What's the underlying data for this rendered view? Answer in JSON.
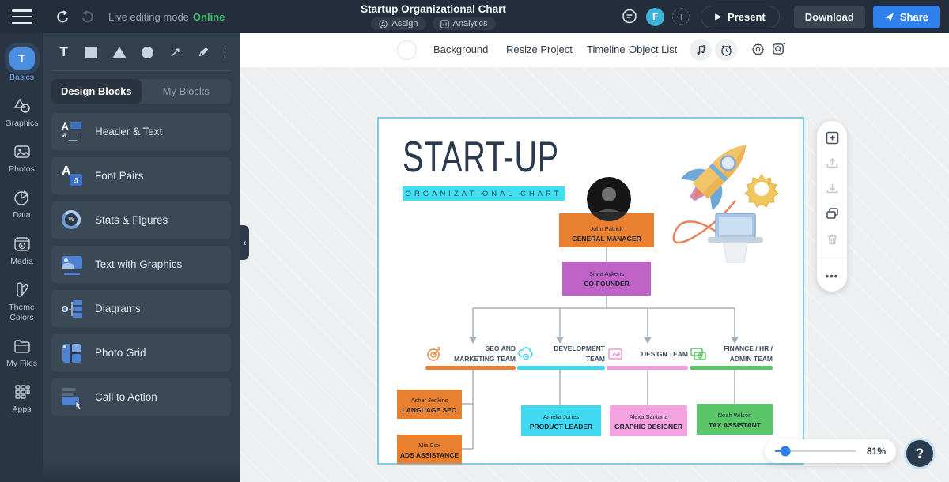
{
  "topbar": {
    "mode_label": "Live editing mode",
    "mode_status": "Online",
    "title": "Startup Organizational Chart",
    "assign_label": "Assign",
    "analytics_label": "Analytics",
    "avatar_initial": "F",
    "present_label": "Present",
    "download_label": "Download",
    "share_label": "Share"
  },
  "sidebar": {
    "items": [
      {
        "label": "Basics"
      },
      {
        "label": "Graphics"
      },
      {
        "label": "Photos"
      },
      {
        "label": "Data"
      },
      {
        "label": "Media"
      },
      {
        "label": "Theme Colors"
      },
      {
        "label": "My Files"
      },
      {
        "label": "Apps"
      }
    ]
  },
  "panel": {
    "tabs": [
      {
        "label": "Design Blocks"
      },
      {
        "label": "My Blocks"
      }
    ],
    "blocks": [
      {
        "label": "Header & Text"
      },
      {
        "label": "Font Pairs"
      },
      {
        "label": "Stats & Figures"
      },
      {
        "label": "Text with Graphics"
      },
      {
        "label": "Diagrams"
      },
      {
        "label": "Photo Grid"
      },
      {
        "label": "Call to Action"
      }
    ]
  },
  "canvas_toolbar": {
    "background_label": "Background",
    "resize_label": "Resize Project",
    "timeline_label": "Timeline",
    "object_list_label": "Object List"
  },
  "org_chart": {
    "title": "START-UP",
    "subtitle": "ORGANIZATIONAL CHART",
    "general_manager": {
      "name": "John Patrick",
      "role": "GENERAL MANAGER",
      "color": "#E8802F"
    },
    "cofounder": {
      "name": "Silvia Aykens",
      "role": "CO-FOUNDER",
      "color": "#BF63C6"
    },
    "teams": [
      {
        "label": "SEO AND MARKETING TEAM",
        "color": "#ED7D2F",
        "members": [
          {
            "name": "Asher Jenkins",
            "role": "LANGUAGE SEO"
          },
          {
            "name": "Mia Cox",
            "role": "ADS ASSISTANCE"
          }
        ]
      },
      {
        "label": "DEVELOPMENT TEAM",
        "color": "#3ED8F0",
        "members": [
          {
            "name": "Amelia Jones",
            "role": "PRODUCT LEADER"
          }
        ]
      },
      {
        "label": "DESIGN TEAM",
        "color": "#F49BDE",
        "members": [
          {
            "name": "Alexa Santana",
            "role": "GRAPHIC DESIGNER"
          }
        ]
      },
      {
        "label": "FINANCE / HR / ADMIN TEAM",
        "color": "#5BC667",
        "members": [
          {
            "name": "Noah Wilson",
            "role": "TAX ASSISTANT"
          }
        ]
      }
    ]
  },
  "zoom_control": {
    "value": "81%"
  },
  "help_label": "?",
  "colors": {
    "accent_blue": "#2F80ED",
    "online_green": "#3FBF6A",
    "avatar_teal": "#3BB4D8",
    "page_border": "#7FC9E9",
    "banner_cyan": "#3EE0F1",
    "title_navy": "#2B3A4E"
  }
}
